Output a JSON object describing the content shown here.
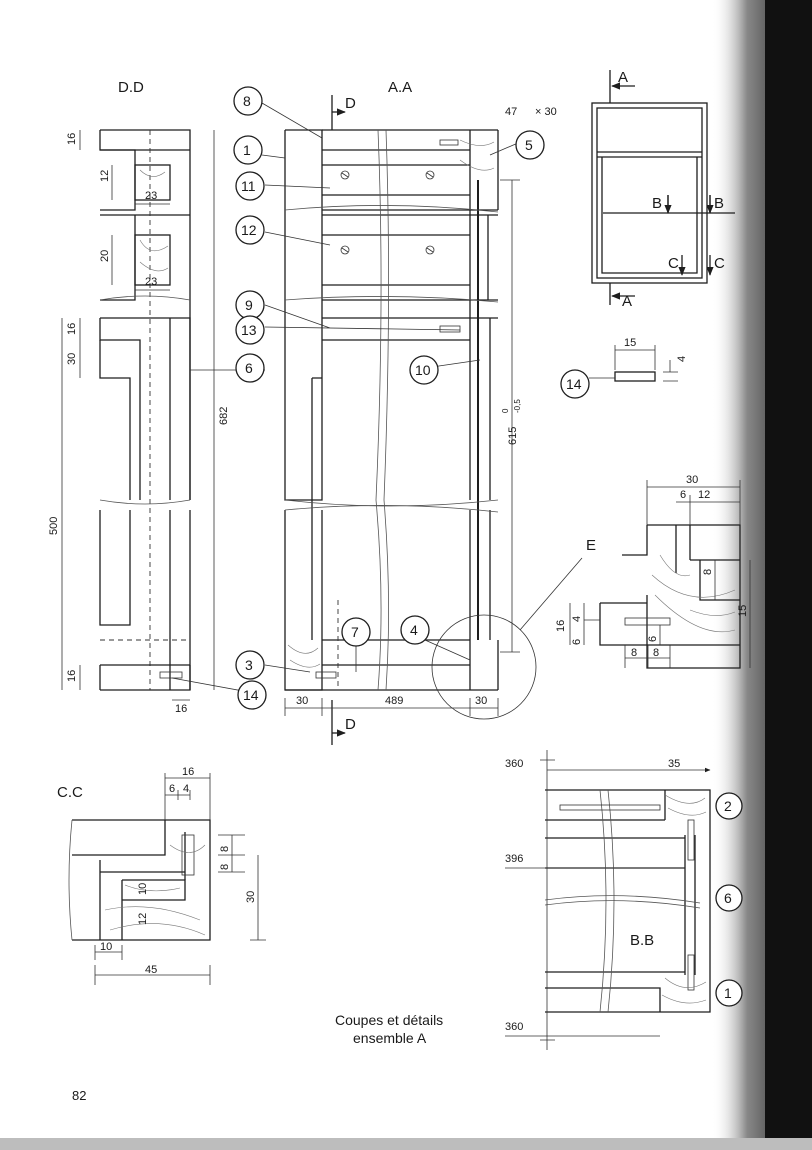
{
  "sections": {
    "dd": "D.D",
    "aa": "A.A",
    "cc": "C.C",
    "bb": "B.B"
  },
  "cut_marks": {
    "d": "D",
    "a": "A",
    "b": "B",
    "c": "C",
    "e": "E"
  },
  "callouts": [
    "1",
    "2",
    "3",
    "4",
    "5",
    "6",
    "7",
    "8",
    "9",
    "10",
    "11",
    "12",
    "13",
    "14"
  ],
  "dimensions": {
    "dd": [
      "16",
      "12",
      "23",
      "20",
      "23",
      "16",
      "30",
      "500",
      "682",
      "16",
      "16"
    ],
    "aa": [
      "47",
      "× 30",
      "615",
      "30",
      "489",
      "30"
    ],
    "part14": [
      "15",
      "4"
    ],
    "detail_e": [
      "30",
      "6",
      "12",
      "8",
      "15",
      "16",
      "4",
      "6",
      "6",
      "8",
      "8"
    ],
    "cc": [
      "16",
      "6",
      "4",
      "8",
      "8",
      "10",
      "12",
      "30",
      "10",
      "45"
    ],
    "bb": [
      "360",
      "35",
      "396",
      "360"
    ]
  },
  "tolerance": {
    "upper": "0",
    "lower": "-0,5"
  },
  "caption": {
    "line1": "Coupes et détails",
    "line2": "ensemble A"
  },
  "page_number": "82",
  "colors": {
    "ink": "#1e1e1e",
    "paper": "#ffffff",
    "binding_shadow": "#111111"
  }
}
